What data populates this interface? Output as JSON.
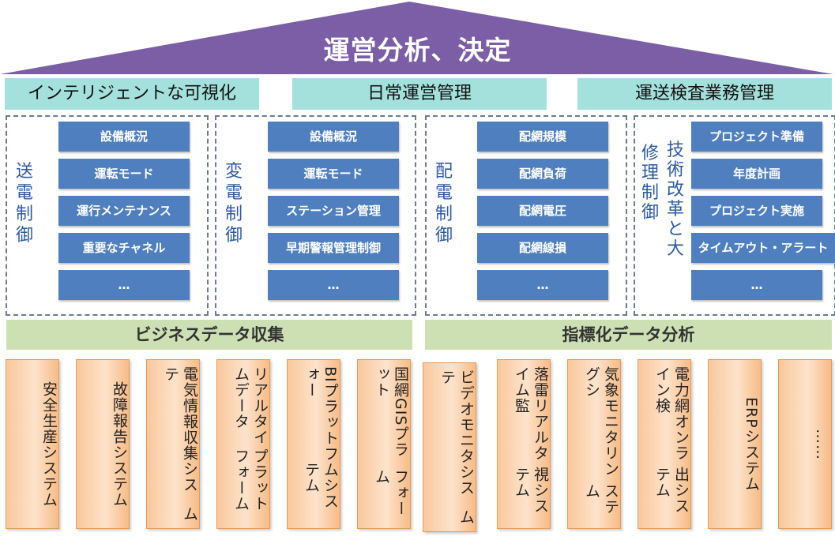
{
  "roof": {
    "title": "運営分析、決定",
    "color": "#7b5ea6"
  },
  "categories": [
    {
      "label": "インテリジェントな可視化"
    },
    {
      "label": "日常運営管理"
    },
    {
      "label": "運送検査業務管理"
    }
  ],
  "panels": [
    {
      "label": "送電制御",
      "items": [
        "設備概況",
        "運転モード",
        "運行メンテナンス",
        "重要なチャネル",
        "…"
      ]
    },
    {
      "label": "変電制御",
      "items": [
        "設備概況",
        "運転モード",
        "ステーション管理",
        "早期警報管理制御",
        "…"
      ]
    },
    {
      "label": "配電制御",
      "items": [
        "配網規模",
        "配網負荷",
        "配網電圧",
        "配網線損",
        "…"
      ]
    },
    {
      "label_col1": "技術改革と大",
      "label_col2": "修理制御",
      "items": [
        "プロジェクト準備",
        "年度計画",
        "プロジェクト実施",
        "タイムアウト・アラート",
        "…"
      ]
    }
  ],
  "data_bars": [
    {
      "label": "ビジネスデータ収集"
    },
    {
      "label": "指標化データ分析"
    }
  ],
  "systems": [
    {
      "lines": [
        "安全生産システム"
      ]
    },
    {
      "lines": [
        "故障報告システム"
      ]
    },
    {
      "lines": [
        "電気情報収集システ",
        "ム"
      ]
    },
    {
      "lines": [
        "リアルタイムデータ",
        "プラットフォーム"
      ]
    },
    {
      "lines": [
        "BIプラットフォー",
        "ムシステム"
      ]
    },
    {
      "lines": [
        "国網GISプラット",
        "フォーム"
      ]
    },
    {
      "lines": [
        "ビデオモニタシステ",
        "ム"
      ]
    },
    {
      "lines": [
        "落雷リアルタイム監",
        "視システム"
      ]
    },
    {
      "lines": [
        "気象モニタリングシ",
        "ステム"
      ]
    },
    {
      "lines": [
        "電力網オンライン検",
        "出システム"
      ]
    },
    {
      "lines": [
        "ERPシステム"
      ]
    },
    {
      "lines": [
        "……"
      ]
    }
  ]
}
